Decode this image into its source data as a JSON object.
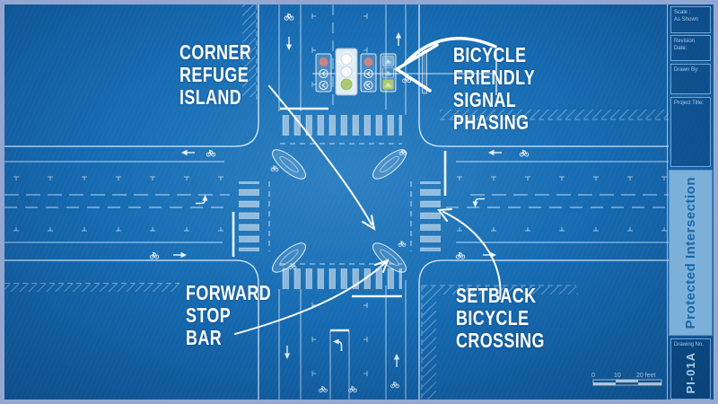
{
  "annotations": {
    "corner_refuge_island": {
      "lines": [
        "CORNER",
        "REFUGE",
        "ISLAND"
      ]
    },
    "bicycle_friendly_signal_phasing": {
      "lines": [
        "BICYCLE",
        "FRIENDLY",
        "SIGNAL",
        "PHASING"
      ]
    },
    "forward_stop_bar": {
      "lines": [
        "FORWARD",
        "STOP",
        "BAR"
      ]
    },
    "setback_bicycle_crossing": {
      "lines": [
        "SETBACK",
        "BICYCLE",
        "CROSSING"
      ]
    }
  },
  "title_block": {
    "scale_label": "Scale :",
    "scale_value": "As Shown",
    "revision_date_label": "Revision Date:",
    "drawn_by_label": "Drawn By:",
    "project_title_label": "Project Title:",
    "project_title": "Protected Intersection",
    "drawing_no_label": "Drawing No.",
    "drawing_no": "PI-01A"
  },
  "scale_bar": {
    "tick_0": "0",
    "tick_10": "10",
    "tick_20": "20 feet",
    "units": "feet"
  },
  "colors": {
    "background_blue": "#1569b0",
    "frame_border": "#93a7d1",
    "drawing_line": "#ffffff",
    "panel_light_blue": "#7cb0d9",
    "panel_text_blue": "#1868aa",
    "signal_red": "#c98181",
    "signal_green": "#a9c76a",
    "signal_white": "#ffffff"
  }
}
